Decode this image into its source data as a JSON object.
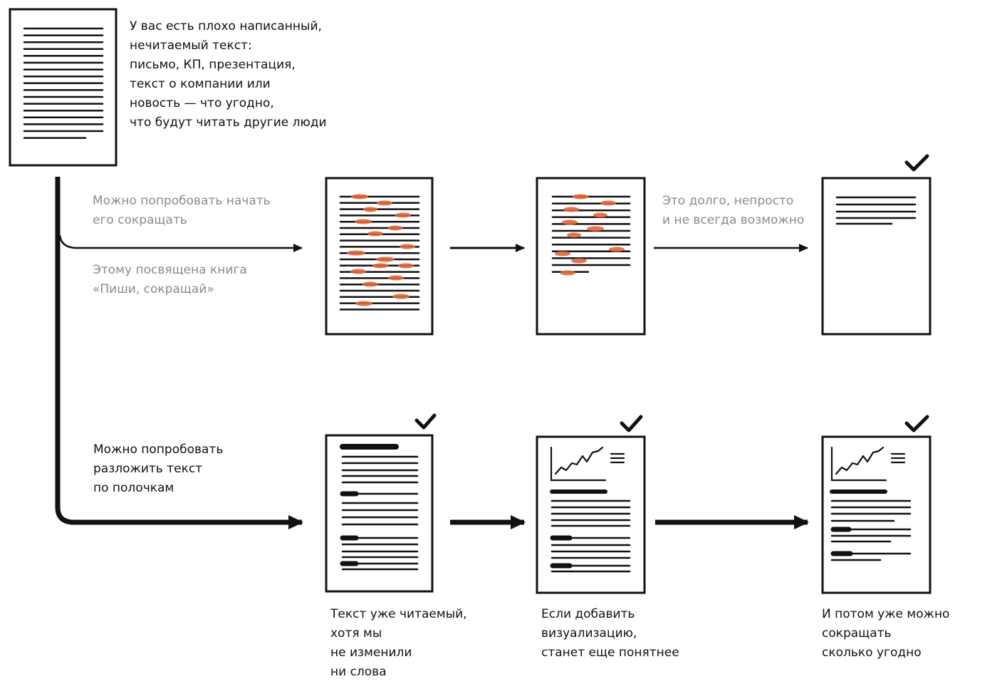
{
  "colors": {
    "ink": "#111111",
    "muted_text": "#8a8a8a",
    "highlight": "#e0683a",
    "paper": "#ffffff"
  },
  "intro": {
    "text": "У вас есть плохо написанный,\nнечитаемый текст:\nписьмо, КП, презентация,\nтекст о компании или\nновость — что угодно,\nчто будут читать другие люди"
  },
  "top_path": {
    "label_above": "Можно попробовать начать\nего сокращать",
    "label_below": "Этому посвящена книга\n«Пиши, сокращай»",
    "label_right": "Это долго, непросто\nи не всегда возможно"
  },
  "bottom_path": {
    "label": "Можно попробовать\nразложить текст\nпо полочкам",
    "caption_1": "Текст уже читаемый,\nхотя мы\nне изменили\nни слова",
    "caption_2": "Если добавить\nвизуализацию,\nстанет еще понятнее",
    "caption_3": "И потом уже можно\nсокращать\nсколько угодно"
  },
  "icons": {
    "document": "document-icon",
    "check": "checkmark-icon",
    "chart": "line-chart-icon",
    "arrow": "arrow-right-icon"
  }
}
